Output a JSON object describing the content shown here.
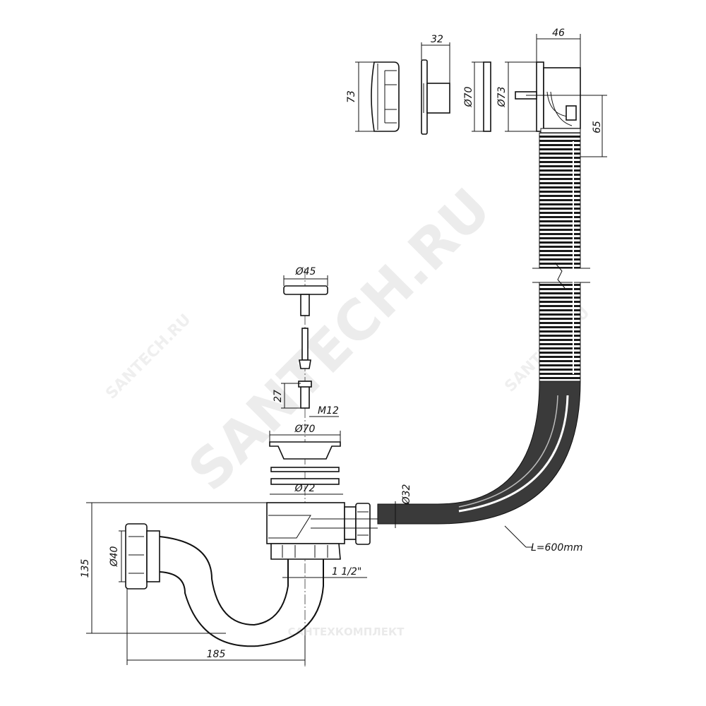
{
  "dimensions": {
    "width_32": "32",
    "width_46": "46",
    "height_73": "73",
    "dia_70_top": "Ø70",
    "dia_73": "Ø73",
    "height_65": "65",
    "dia_45": "Ø45",
    "height_27": "27",
    "thread_m12": "M12",
    "dia_70_mid": "Ø70",
    "dia_72": "Ø72",
    "dia_32": "Ø32",
    "length_hose": "L=600mm",
    "dia_40": "Ø40",
    "height_135": "135",
    "thread_1_1_2": "1 1/2\"",
    "width_185": "185"
  },
  "watermarks": {
    "main": "SANTECH.RU",
    "small_left": "SANTECH.RU",
    "small_right": "SANTECH.RU",
    "bottom": "САНТЕХКОМПЛЕКТ"
  }
}
